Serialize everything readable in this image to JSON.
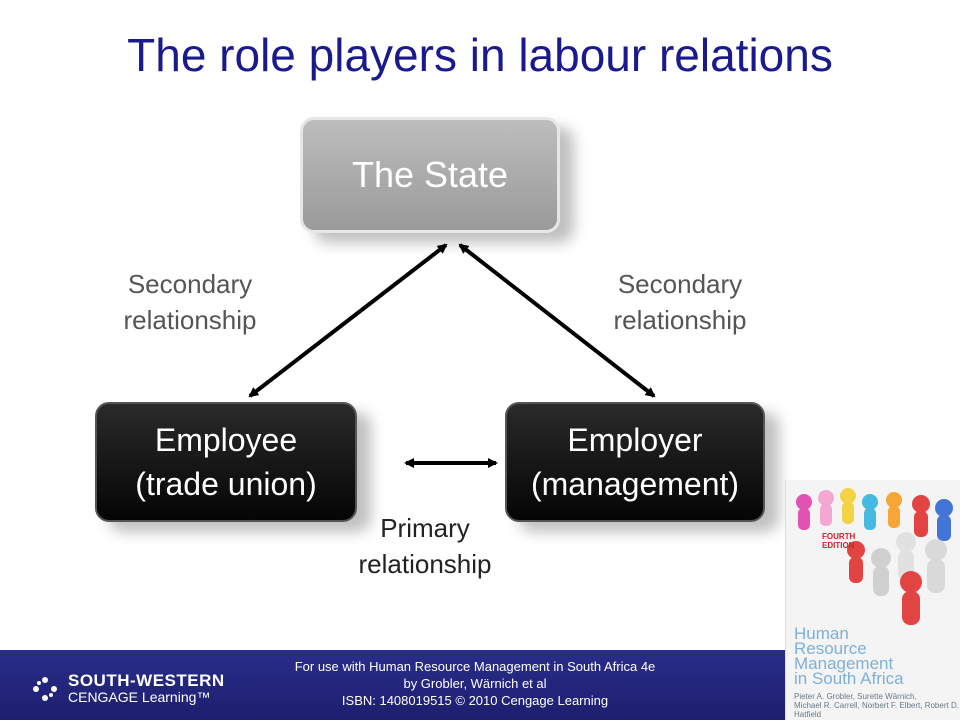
{
  "slide": {
    "title": "The role players in labour relations"
  },
  "diagram": {
    "nodes": {
      "state": "The State",
      "employee_line1": "Employee",
      "employee_line2": "(trade union)",
      "employer_line1": "Employer",
      "employer_line2": "(management)"
    },
    "labels": {
      "secondary_left_line1": "Secondary",
      "secondary_left_line2": "relationship",
      "secondary_right_line1": "Secondary",
      "secondary_right_line2": "relationship",
      "primary_line1": "Primary",
      "primary_line2": "relationship"
    }
  },
  "footer": {
    "line1": "For use with Human Resource Management in South Africa 4e",
    "line2": "by Grobler, Wärnich et al",
    "line3": "ISBN: 1408019515 © 2010 Cengage Learning",
    "brand_name": "SOUTH-WESTERN",
    "brand_sub": "CENGAGE Learning™"
  },
  "book_cover": {
    "edition_line1": "FOURTH",
    "edition_line2": "EDITION",
    "title_line1": "Human",
    "title_line2": "Resource",
    "title_line3": "Management",
    "title_line4": "in South Africa",
    "authors_line1": "Pieter A. Grobler, Surette Wärnich,",
    "authors_line2": "Michael R. Carrell, Norbert F. Elbert, Robert D. Hatfield"
  },
  "colors": {
    "title": "#1a1a8c",
    "footer_bg": "#2a2d8a",
    "state_box": "#a8a8a8",
    "dark_box": "#111111"
  }
}
